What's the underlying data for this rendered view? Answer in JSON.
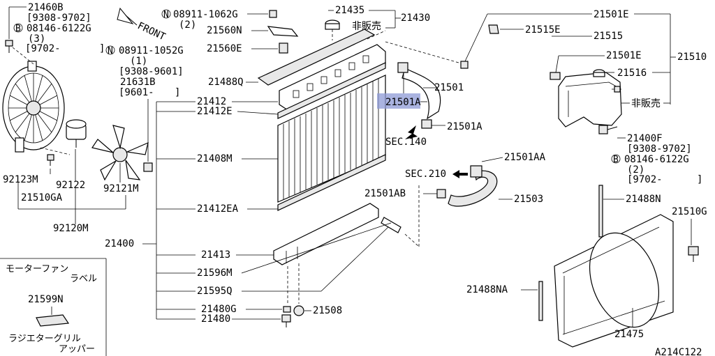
{
  "title_code": "A214C122",
  "colors": {
    "highlight": "#8e9ad6",
    "line": "#000000",
    "background": "#ffffff"
  },
  "labels": {
    "p21460B": "21460B",
    "p21460B_date": "[9308-9702]",
    "bolt_08146_6122G": "08146-6122G",
    "qty3": "(3)",
    "date_9702": "[9702-",
    "date_9702_close": "]",
    "front": "FRONT",
    "n_08911_1062G": "08911-1062G",
    "qty2": "(2)",
    "p21560N": "21560N",
    "p21560E": "21560E",
    "n_08911_1052G": "08911-1052G",
    "qty1": "(1)",
    "date_9308_9601": "[9308-9601]",
    "p21631B": "21631B",
    "date_9601": "[9601-",
    "date_9601_close": "]",
    "p21435": "21435",
    "p21430": "21430",
    "not_sold": "非販売",
    "p21488Q": "21488Q",
    "p21412": "21412",
    "p21412E": "21412E",
    "p21408M": "21408M",
    "p21412EA": "21412EA",
    "p21400": "21400",
    "p21413": "21413",
    "p21596M": "21596M",
    "p21595Q": "21595Q",
    "p21480G": "21480G",
    "p21480": "21480",
    "p21508": "21508",
    "p21501": "21501",
    "p21501A": "21501A",
    "p21501A_2": "21501A",
    "sec140": "SEC.140",
    "sec210": "SEC.210",
    "p21501AA": "21501AA",
    "p21501AB": "21501AB",
    "p21503": "21503",
    "p21501E_top": "21501E",
    "p21515E": "21515E",
    "p21515": "21515",
    "p21501E_mid": "21501E",
    "p21510": "21510",
    "p21516": "21516",
    "not_sold_2": "非販売",
    "p21400F": "21400F",
    "date_9308_9702": "[9308-9702]",
    "bolt_08146_6122G_2": "08146-6122G",
    "qty2_b": "(2)",
    "date_9702_b": "[9702-",
    "date_9702_b_close": "]",
    "p21488N": "21488N",
    "p21510G": "21510G",
    "p21488NA": "21488NA",
    "p21475": "21475",
    "p92123M": "92123M",
    "p92122": "92122",
    "p92121M": "92121M",
    "p21510GA": "21510GA",
    "p92120M": "92120M",
    "motor_fan_label_1": "モーターファン",
    "motor_fan_label_2": "ラベル",
    "p21599N": "21599N",
    "grille_label_1": "ラジエターグリル",
    "grille_label_2": "アッパー",
    "circle_N": "N",
    "circle_B": "B"
  }
}
